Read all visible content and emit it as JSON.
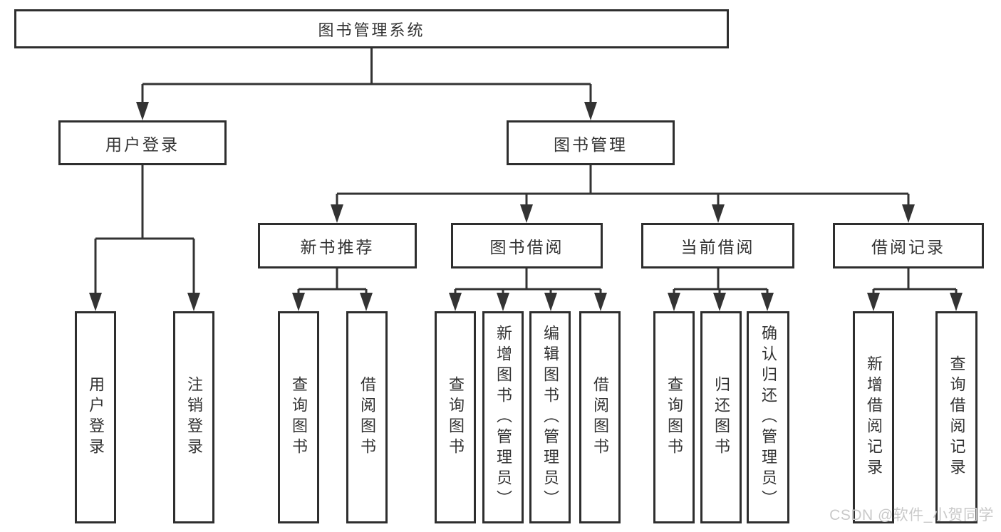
{
  "colors": {
    "line_color": "#333333",
    "box_border_color": "#2e2e2e",
    "box_bg_color": "#ffffff",
    "text_color": "#333333",
    "watermark_color": "#c9c9c9",
    "page_bg_color": "#ffffff"
  },
  "tree": {
    "root": {
      "label": "图书管理系统"
    },
    "branches": {
      "user_login": {
        "label": "用户登录",
        "children": {
          "user_login_action": {
            "label": "用户登录"
          },
          "logout_action": {
            "label": "注销登录"
          }
        }
      },
      "book_management": {
        "label": "图书管理",
        "children": {
          "new_book_recommendation": {
            "label": "新书推荐",
            "children": {
              "query_books": {
                "label": "查询图书"
              },
              "borrow_books": {
                "label": "借阅图书"
              }
            }
          },
          "book_borrowing": {
            "label": "图书借阅",
            "children": {
              "query_books": {
                "label": "查询图书"
              },
              "add_books_admin": {
                "label": "新增图书（管理员）"
              },
              "edit_books_admin": {
                "label": "编辑图书（管理员）"
              },
              "borrow_books": {
                "label": "借阅图书"
              }
            }
          },
          "current_borrowing": {
            "label": "当前借阅",
            "children": {
              "query_books": {
                "label": "查询图书"
              },
              "return_books": {
                "label": "归还图书"
              },
              "confirm_return_admin": {
                "label": "确认归还（管理员）"
              }
            }
          },
          "borrowing_records": {
            "label": "借阅记录",
            "children": {
              "add_borrow_record": {
                "label": "新增借阅记录"
              },
              "query_borrow_record": {
                "label": "查询借阅记录"
              }
            }
          }
        }
      }
    }
  },
  "watermark": {
    "text": "CSDN @软件_小贺同学"
  }
}
